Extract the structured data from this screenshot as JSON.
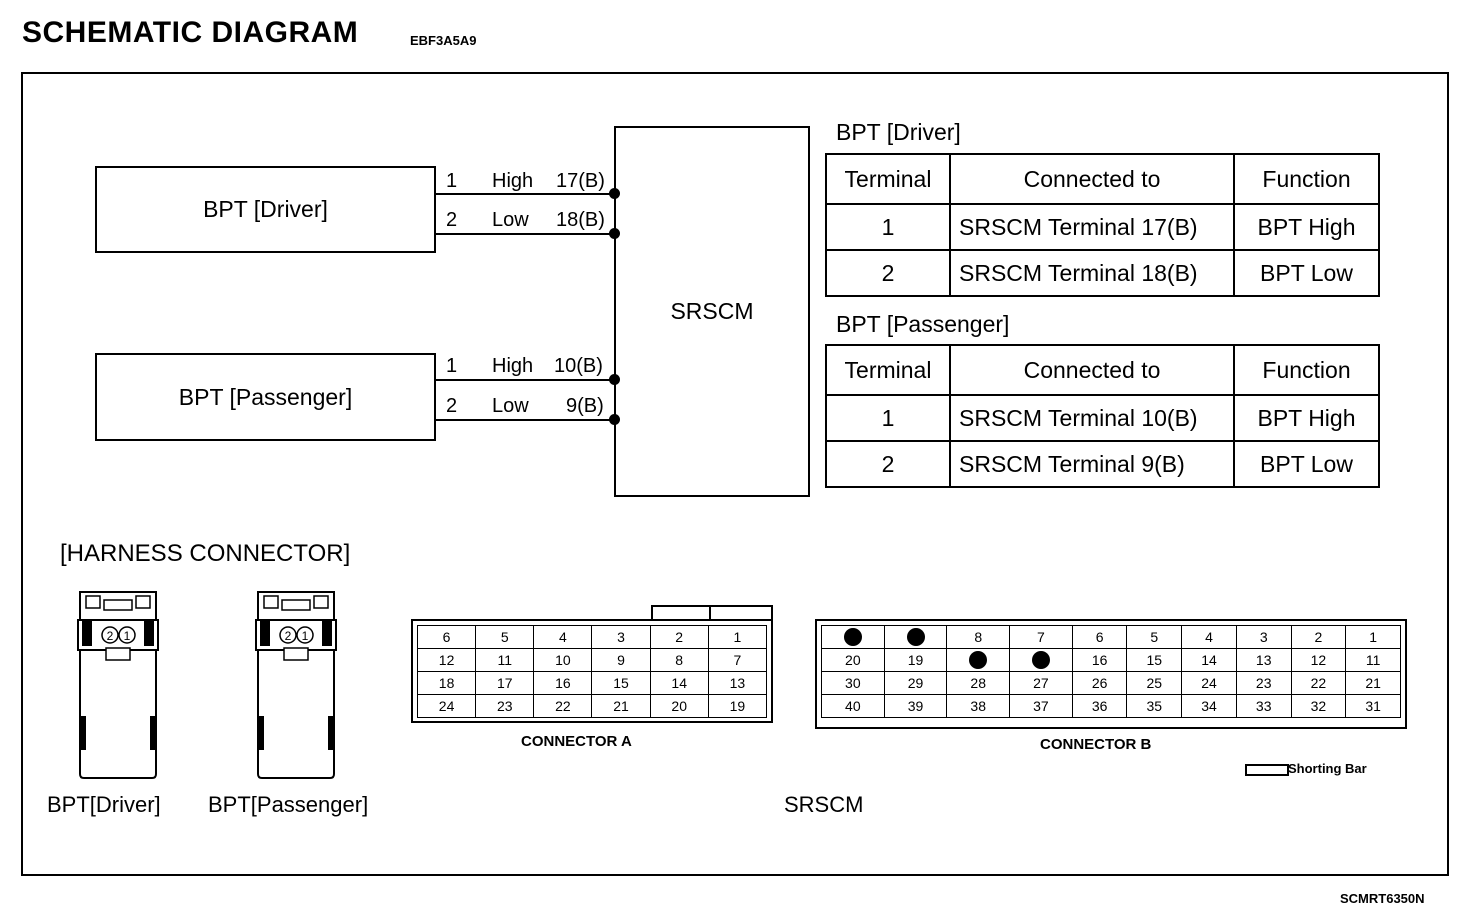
{
  "header": {
    "title": "SCHEMATIC DIAGRAM",
    "code": "EBF3A5A9"
  },
  "schematic": {
    "driver_box": "BPT [Driver]",
    "passenger_box": "BPT [Passenger]",
    "srscm_box": "SRSCM",
    "driver_wires": [
      {
        "pin": "1",
        "signal": "High",
        "terminal": "17(B)"
      },
      {
        "pin": "2",
        "signal": "Low",
        "terminal": "18(B)"
      }
    ],
    "passenger_wires": [
      {
        "pin": "1",
        "signal": "High",
        "terminal": "10(B)"
      },
      {
        "pin": "2",
        "signal": "Low",
        "terminal": "9(B)"
      }
    ]
  },
  "tables": {
    "driver": {
      "title": "BPT [Driver]",
      "headers": [
        "Terminal",
        "Connected to",
        "Function"
      ],
      "rows": [
        [
          "1",
          "SRSCM Terminal 17(B)",
          "BPT High"
        ],
        [
          "2",
          "SRSCM Terminal 18(B)",
          "BPT Low"
        ]
      ]
    },
    "passenger": {
      "title": "BPT [Passenger]",
      "headers": [
        "Terminal",
        "Connected to",
        "Function"
      ],
      "rows": [
        [
          "1",
          "SRSCM Terminal 10(B)",
          "BPT High"
        ],
        [
          "2",
          "SRSCM Terminal 9(B)",
          "BPT Low"
        ]
      ]
    }
  },
  "harness": {
    "title": "[HARNESS CONNECTOR]",
    "driver_label": "BPT[Driver]",
    "passenger_label": "BPT[Passenger]",
    "pin_labels": [
      "2",
      "1"
    ],
    "connector_a": {
      "label": "CONNECTOR A",
      "rows": [
        [
          "6",
          "5",
          "4",
          "3",
          "2",
          "1"
        ],
        [
          "12",
          "11",
          "10",
          "9",
          "8",
          "7"
        ],
        [
          "18",
          "17",
          "16",
          "15",
          "14",
          "13"
        ],
        [
          "24",
          "23",
          "22",
          "21",
          "20",
          "19"
        ]
      ]
    },
    "connector_b": {
      "label": "CONNECTOR B",
      "rows": [
        [
          "",
          "",
          "8",
          "7",
          "6",
          "5",
          "4",
          "3",
          "2",
          "1"
        ],
        [
          "20",
          "19",
          "",
          "",
          "16",
          "15",
          "14",
          "13",
          "12",
          "11"
        ],
        [
          "30",
          "29",
          "28",
          "27",
          "26",
          "25",
          "24",
          "23",
          "22",
          "21"
        ],
        [
          "40",
          "39",
          "38",
          "37",
          "36",
          "35",
          "34",
          "33",
          "32",
          "31"
        ]
      ],
      "used_pins": [
        [
          0,
          0
        ],
        [
          0,
          1
        ],
        [
          1,
          2
        ],
        [
          1,
          3
        ]
      ]
    },
    "shorting_bar_label": "Shorting Bar",
    "srscm_label": "SRSCM"
  },
  "footer": {
    "code": "SCMRT6350N"
  }
}
